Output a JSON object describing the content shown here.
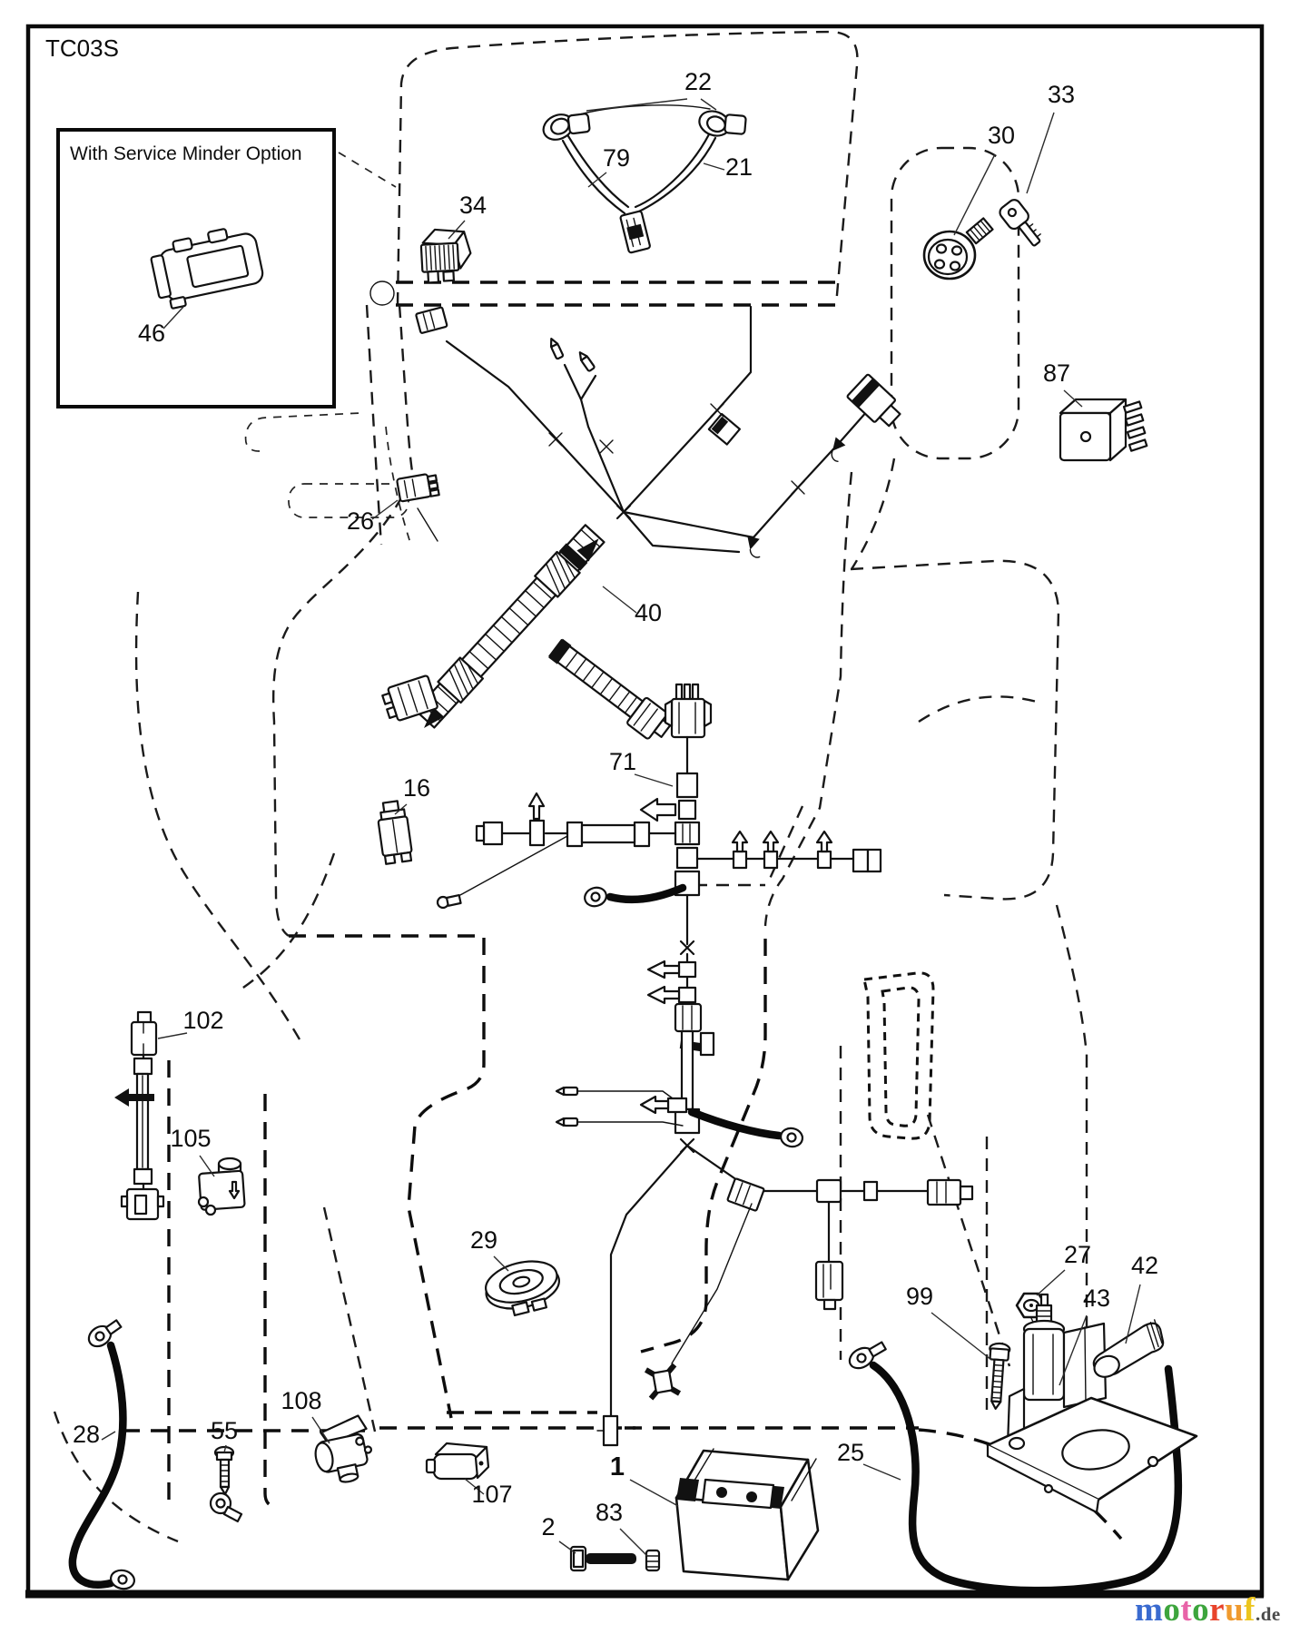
{
  "diagram": {
    "code": "TC03S"
  },
  "inset": {
    "title": "With Service Minder Option"
  },
  "parts": {
    "p1": {
      "label": "1"
    },
    "p2": {
      "label": "2"
    },
    "p16": {
      "label": "16"
    },
    "p21": {
      "label": "21"
    },
    "p22": {
      "label": "22"
    },
    "p25": {
      "label": "25"
    },
    "p26": {
      "label": "26"
    },
    "p27": {
      "label": "27"
    },
    "p28": {
      "label": "28"
    },
    "p29": {
      "label": "29"
    },
    "p30": {
      "label": "30"
    },
    "p33": {
      "label": "33"
    },
    "p34": {
      "label": "34"
    },
    "p40": {
      "label": "40"
    },
    "p42": {
      "label": "42"
    },
    "p43": {
      "label": "43"
    },
    "p46": {
      "label": "46"
    },
    "p55": {
      "label": "55"
    },
    "p71": {
      "label": "71"
    },
    "p79": {
      "label": "79"
    },
    "p83": {
      "label": "83"
    },
    "p87": {
      "label": "87"
    },
    "p99": {
      "label": "99"
    },
    "p102": {
      "label": "102"
    },
    "p105": {
      "label": "105"
    },
    "p107": {
      "label": "107"
    },
    "p108": {
      "label": "108"
    }
  },
  "watermark": {
    "letters": [
      {
        "ch": "m",
        "color": "#3a6bd0"
      },
      {
        "ch": "o",
        "color": "#3da53d"
      },
      {
        "ch": "t",
        "color": "#e863a8"
      },
      {
        "ch": "o",
        "color": "#3da53d"
      },
      {
        "ch": "r",
        "color": "#e8432b"
      },
      {
        "ch": "u",
        "color": "#f09a2e"
      },
      {
        "ch": "f",
        "color": "#ecc51e"
      }
    ],
    "suffix": ".de",
    "suffix_color": "#4a4a4a"
  }
}
